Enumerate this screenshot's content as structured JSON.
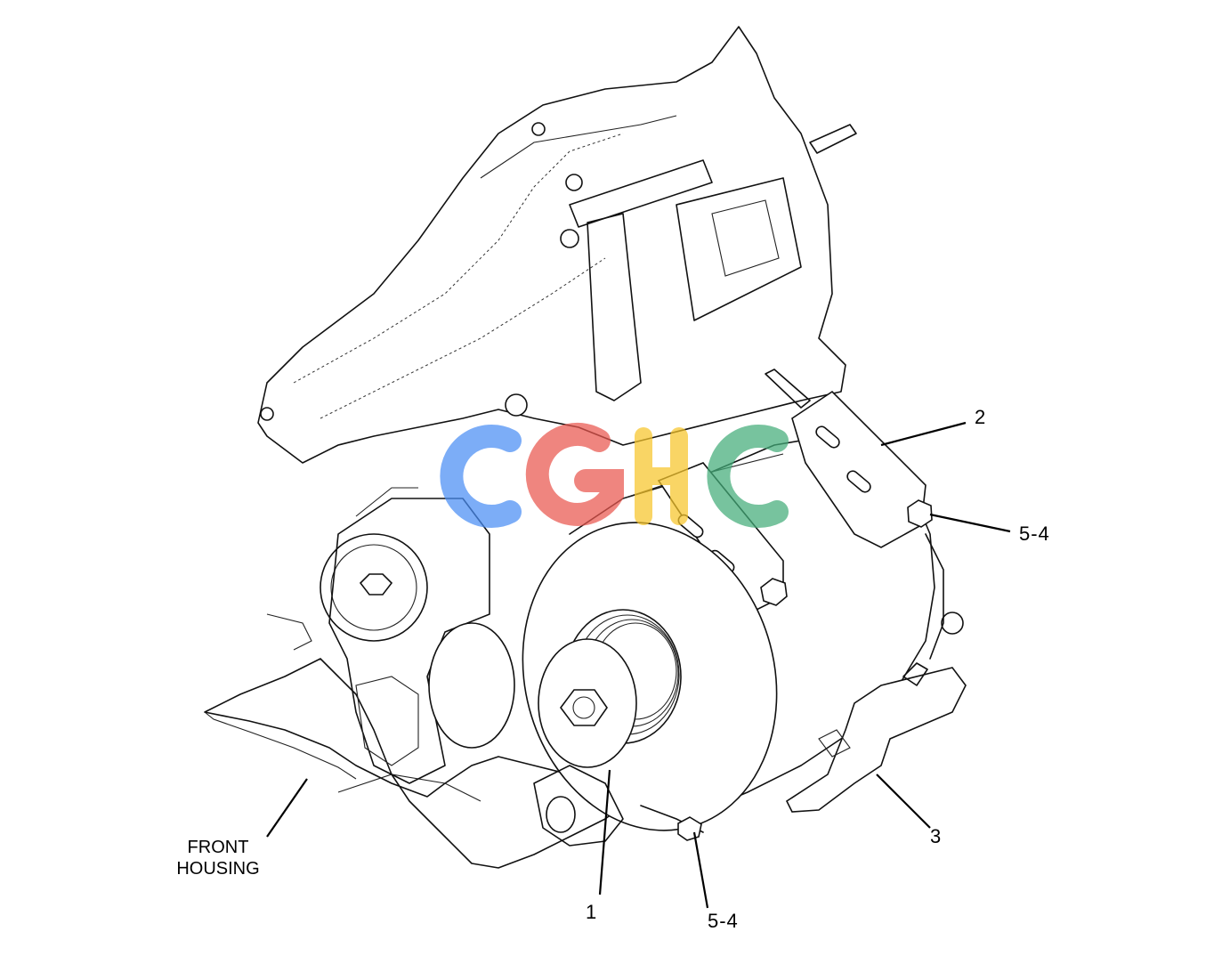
{
  "labels": {
    "part_1": "1",
    "part_2": "2",
    "part_3": "3",
    "part_5_4_upper": "5-4",
    "part_5_4_lower": "5-4",
    "front_housing_line1": "FRONT",
    "front_housing_line2": "HOUSING"
  },
  "watermark": {
    "letters": [
      "C",
      "G",
      "H",
      "C"
    ],
    "colors": [
      "#4a8ef5",
      "#e9574f",
      "#f7c52a",
      "#43ad79"
    ]
  }
}
